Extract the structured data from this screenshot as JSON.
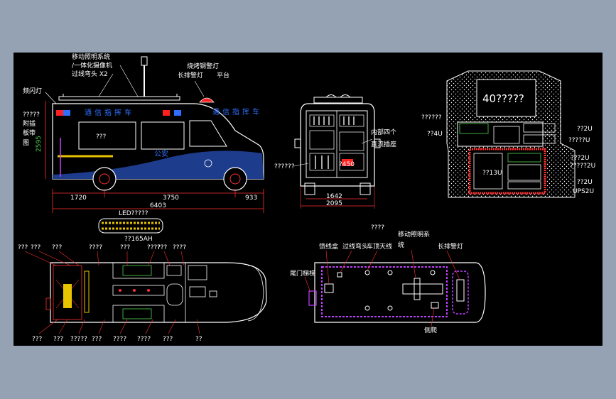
{
  "side_view": {
    "top_labels": [
      "移动照明系统",
      "/一体化摄像机",
      "过线弯头 X2"
    ],
    "lamp_labels": [
      "烧烤钢警灯",
      "长排警灯",
      "平台"
    ],
    "left_labels": [
      "频闪灯",
      "?????",
      "附插",
      "板带",
      "图"
    ],
    "body_text": "通信指挥车",
    "door_text": "公安",
    "window_text": "???",
    "vertical_dim": "2595",
    "dims": [
      "1720",
      "3750",
      "933",
      "6403"
    ]
  },
  "rear_view": {
    "labels": [
      "内部四个",
      "直流插座",
      "??????",
      "?450"
    ],
    "dims": [
      "1642",
      "2095"
    ]
  },
  "rack_view": {
    "screen_label": "40?????",
    "left_labels": [
      "??????",
      "??4U"
    ],
    "right_labels": [
      "??2U",
      "?????U",
      "???2U",
      "?????2U",
      "??2U",
      "UPS2U"
    ],
    "bottom_label": "??13U"
  },
  "floor_plan": {
    "top_label": "LED?????",
    "capacity_label": "??165AH",
    "top_labels": [
      "???",
      "???",
      "???",
      "????",
      "???",
      "????",
      "???",
      "????"
    ],
    "bottom_labels": [
      "???",
      "???",
      "?????",
      "???",
      "????",
      "????",
      "???",
      "??"
    ]
  },
  "roof_plan": {
    "title": "????",
    "labels": [
      "馈线盒",
      "过线弯头",
      "车顶天线",
      "移动照明系",
      "统",
      "长排警灯",
      "尾门梯梯",
      "侧爬"
    ]
  }
}
